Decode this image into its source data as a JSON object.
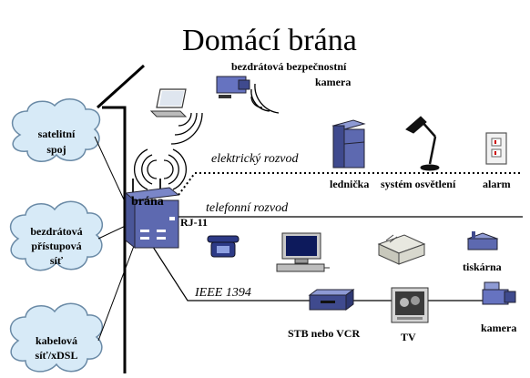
{
  "title": "Domácí brána",
  "gateway": {
    "label": "brána",
    "port_label": "RJ-11"
  },
  "clouds": [
    {
      "line1": "satelitní",
      "line2": "spoj"
    },
    {
      "line1": "bezdrátová",
      "line2": "přístupová",
      "line3": "síť"
    },
    {
      "line1": "kabelová",
      "line2": "síť/xDSL"
    }
  ],
  "networks": {
    "power": "elektrický rozvod",
    "phone": "telefonní rozvod",
    "firewire": "IEEE 1394"
  },
  "devices": {
    "wireless_camera_line1": "bezdrátová bezpečnostní",
    "wireless_camera_line2": "kamera",
    "fridge": "lednička",
    "lighting": "systém osvětlení",
    "alarm": "alarm",
    "printer": "tiskárna",
    "stb": "STB nebo VCR",
    "tv": "TV",
    "camera": "kamera"
  }
}
